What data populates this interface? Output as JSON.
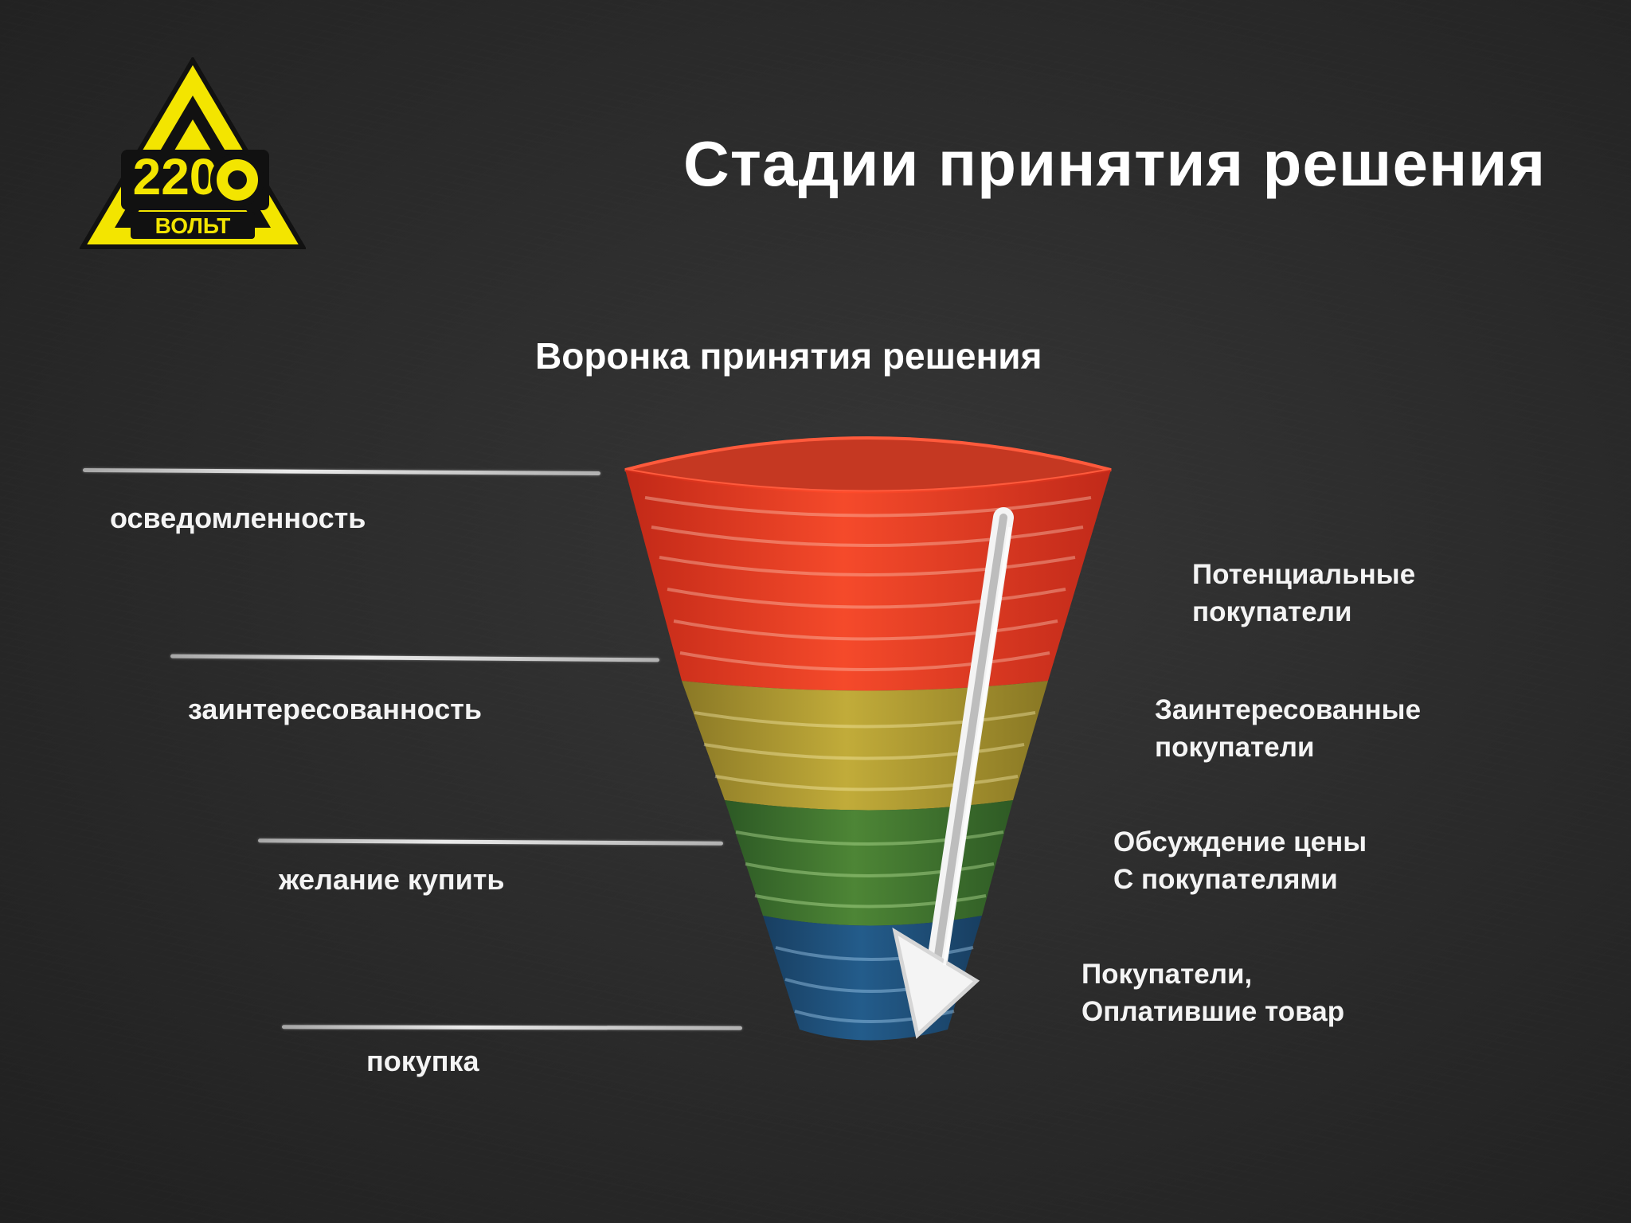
{
  "slide": {
    "title": "Стадии принятия решения",
    "subtitle": "Воронка принятия решения"
  },
  "logo": {
    "number": "220",
    "text": "ВОЛЬТ",
    "icon": "triangle-logo-icon",
    "colors": {
      "yellow": "#f3e500",
      "black": "#111111"
    }
  },
  "stages": [
    {
      "label": "осведомленность",
      "color": "#e8391f"
    },
    {
      "label": "заинтересованность",
      "color": "#c9b23a"
    },
    {
      "label": "желание купить",
      "color": "#4f8a36"
    },
    {
      "label": "покупка",
      "color": "#235e8f"
    }
  ],
  "groups": [
    {
      "line1": "Потенциальные",
      "line2": "покупатели"
    },
    {
      "line1": "Заинтересованные",
      "line2": "покупатели"
    },
    {
      "line1": "Обсуждение цены",
      "line2": "С покупателями"
    },
    {
      "line1": "Покупатели,",
      "line2": "Оплатившие товар"
    }
  ],
  "funnel": {
    "icon": "funnel-diagram",
    "arrow_icon": "down-arrow-icon"
  }
}
